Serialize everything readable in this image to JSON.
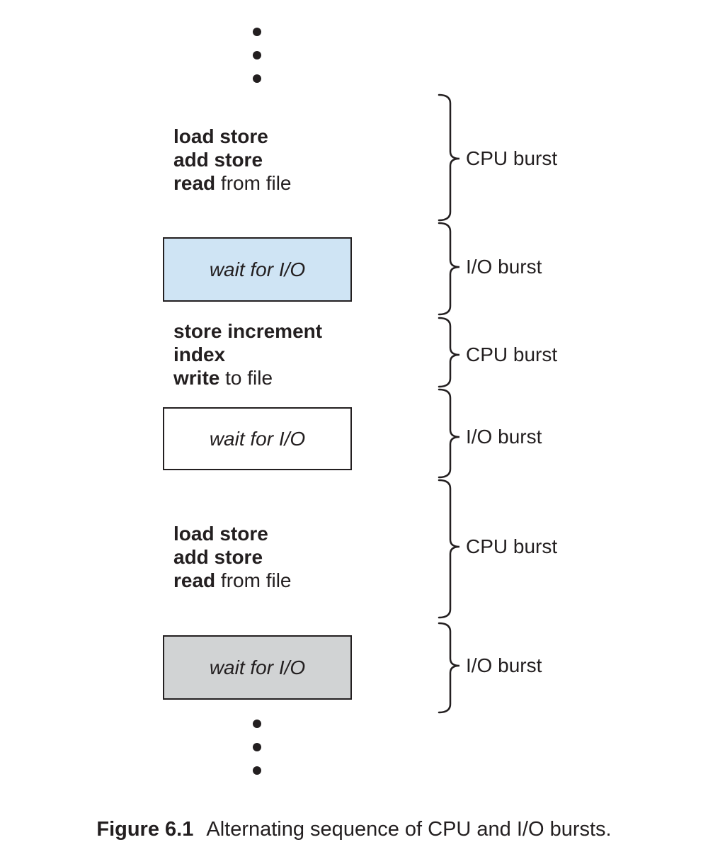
{
  "figure": {
    "code_blocks": [
      {
        "lines": [
          {
            "bold": "load store",
            "rest": ""
          },
          {
            "bold": "add store",
            "rest": ""
          },
          {
            "bold": "read",
            "rest": " from file"
          }
        ]
      },
      {
        "lines": [
          {
            "bold": "store increment",
            "rest": ""
          },
          {
            "bold": "index",
            "rest": ""
          },
          {
            "bold": "write",
            "rest": " to file"
          }
        ]
      },
      {
        "lines": [
          {
            "bold": "load store",
            "rest": ""
          },
          {
            "bold": "add store",
            "rest": ""
          },
          {
            "bold": "read",
            "rest": " from file"
          }
        ]
      }
    ],
    "wait_boxes": [
      {
        "label": "wait for I/O",
        "fill": "#cfe4f4"
      },
      {
        "label": "wait for I/O",
        "fill": "#ffffff"
      },
      {
        "label": "wait for I/O",
        "fill": "#d1d3d4"
      }
    ],
    "burst_labels": [
      "CPU burst",
      "I/O burst",
      "CPU burst",
      "I/O burst",
      "CPU burst",
      "I/O burst"
    ],
    "caption": {
      "label": "Figure 6.1",
      "text": "Alternating sequence of CPU and I/O bursts."
    },
    "colors": {
      "ink": "#231f20"
    }
  }
}
